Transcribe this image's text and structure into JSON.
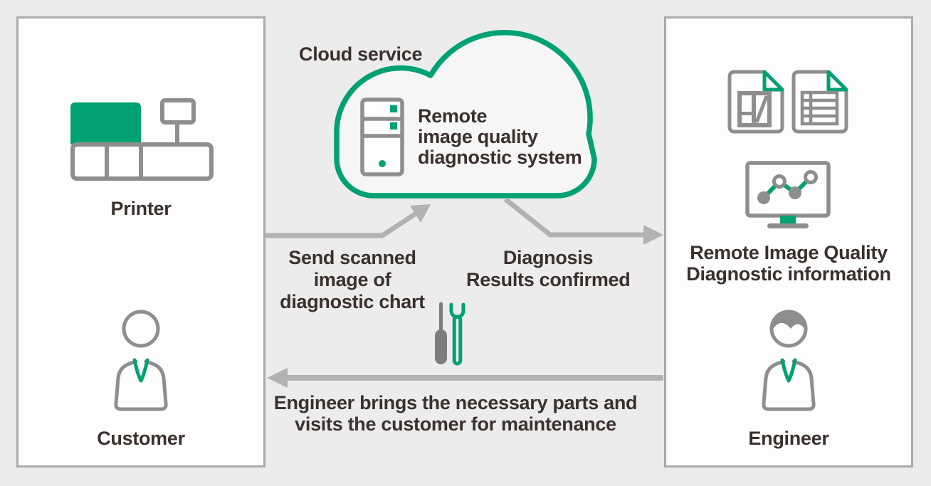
{
  "colors": {
    "green": "#00a173",
    "icon_gray": "#8e8e8e",
    "arrow_gray": "#b2b2b2",
    "border_gray": "#a9abab",
    "text": "#3a312e",
    "bg": "#ebeceb",
    "box_bg": "#fdfdfd",
    "cloud_bg": "#f5f6f5",
    "tool_gray": "#7d7d7d"
  },
  "cloud": {
    "label": "Cloud service",
    "system_lines": [
      "Remote",
      "image quality",
      "diagnostic system"
    ]
  },
  "left_box": {
    "printer_label": "Printer",
    "customer_label": "Customer"
  },
  "right_box": {
    "info_lines": [
      "Remote Image Quality",
      "Diagnostic information"
    ],
    "engineer_label": "Engineer"
  },
  "arrows": {
    "send_lines": [
      "Send scanned",
      "image of",
      "diagnostic chart"
    ],
    "diagnosis_lines": [
      "Diagnosis",
      "Results confirmed"
    ],
    "visit_lines": [
      "Engineer brings the necessary parts and",
      "visits the customer for maintenance"
    ]
  }
}
